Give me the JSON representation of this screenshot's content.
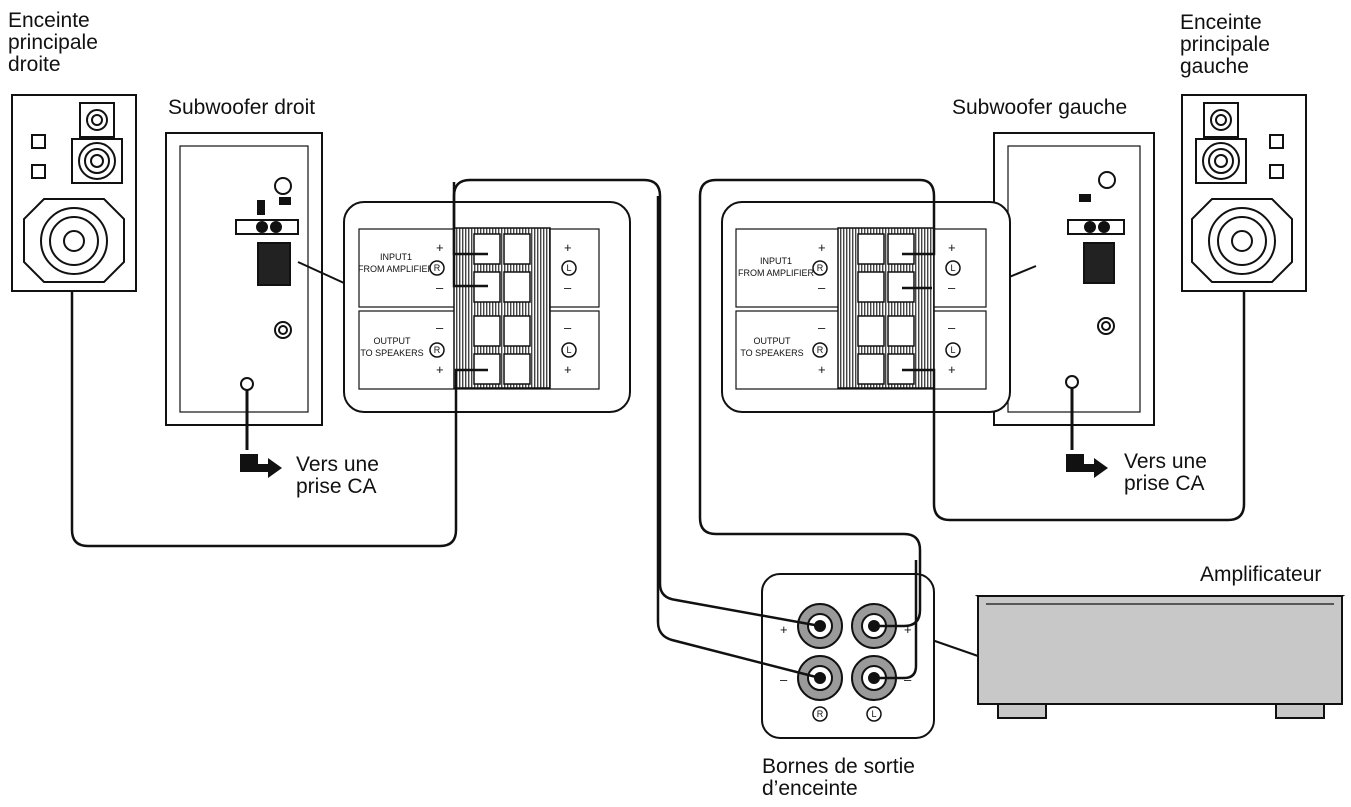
{
  "labels": {
    "right_main_speaker": "Enceinte\nprincipale\ndroite",
    "left_main_speaker": "Enceinte\nprincipale\ngauche",
    "right_subwoofer": "Subwoofer droit",
    "left_subwoofer": "Subwoofer gauche",
    "ac_outlet": "Vers une\nprise CA",
    "amplifier": "Amplificateur",
    "speaker_output_terminals": "Bornes de sortie\nd’enceinte"
  },
  "terminal_panel": {
    "input_line1": "INPUT1",
    "input_line2": "FROM AMPLIFIER",
    "output_line1": "OUTPUT",
    "output_line2": "TO SPEAKERS",
    "plus": "+",
    "minus": "–",
    "right_mark": "R",
    "left_mark": "L"
  },
  "colors": {
    "line": "#111111",
    "amplifier_body": "#c8c8c8",
    "amplifier_top": "#e2e2e2",
    "terminal_fill": "#9a9a9a"
  }
}
